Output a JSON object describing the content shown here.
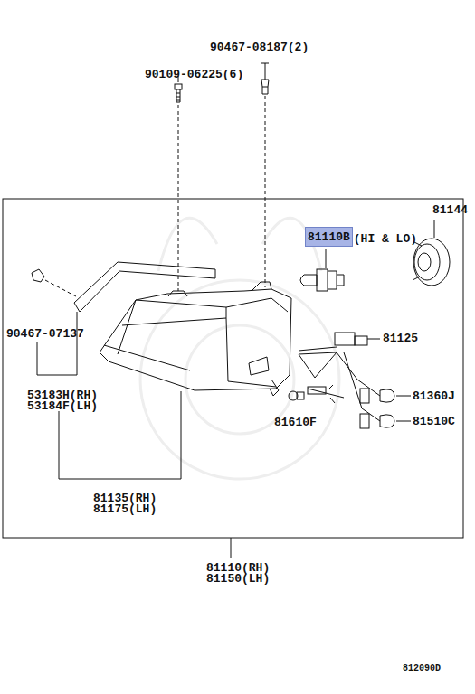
{
  "diagram": {
    "nodes": [
      {
        "text": [
          "81110B"
        ]
      }
    ],
    "labels": [
      "90467-08187(2)",
      "90109-06225(6)",
      "81144",
      "(HI & LO)",
      "81125",
      "90467-07137",
      "81360J",
      "81610F",
      "81510C",
      "53183H(RH)",
      "53184F(LH)",
      "81135(RH)",
      "81175(LH)",
      "81110(RH)",
      "81150(LH)",
      "812090D"
    ]
  }
}
